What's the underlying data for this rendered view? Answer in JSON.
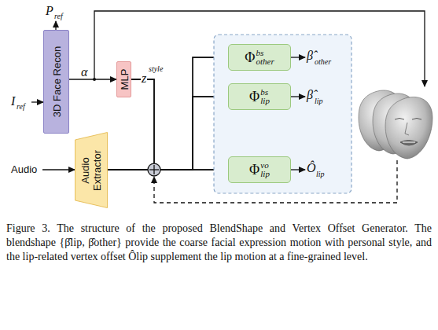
{
  "diagram": {
    "caption": "Figure 3. The structure of the proposed BlendShape and Vertex Offset Generator. The blendshape {β̂lip, β̂other} provide the coarse facial expression motion with personal style, and the lip-related vertex offset Ôlip supplement the lip motion at a fine-grained level.",
    "nodes": [
      {
        "text": [
          "3D Face Recon"
        ]
      },
      {
        "text": [
          "MLP"
        ]
      },
      {
        "text": [
          "Audio Extractor"
        ]
      },
      {
        "text": [
          "Φ",
          "bs",
          "other"
        ]
      },
      {
        "text": [
          "Φ",
          "bs",
          "lip"
        ]
      },
      {
        "text": [
          "Φ",
          "vo",
          "lip"
        ]
      }
    ],
    "edges": [
      {
        "from": 0,
        "to": 1,
        "arrow": "to"
      },
      {
        "from": 1,
        "to": 3,
        "arrow": "to"
      },
      {
        "from": 1,
        "to": 4,
        "arrow": "to"
      },
      {
        "from": 1,
        "to": 5,
        "arrow": "to"
      },
      {
        "from": 2,
        "to": 3,
        "arrow": "to"
      },
      {
        "from": 2,
        "to": 4,
        "arrow": "to"
      },
      {
        "from": 2,
        "to": 5,
        "arrow": "to"
      }
    ],
    "labels": [
      "P",
      "ref",
      "I",
      "ref",
      "α",
      "z",
      "style",
      "Audio",
      "β̂",
      "other",
      "β̂",
      "lip",
      "Ô",
      "lip"
    ]
  }
}
